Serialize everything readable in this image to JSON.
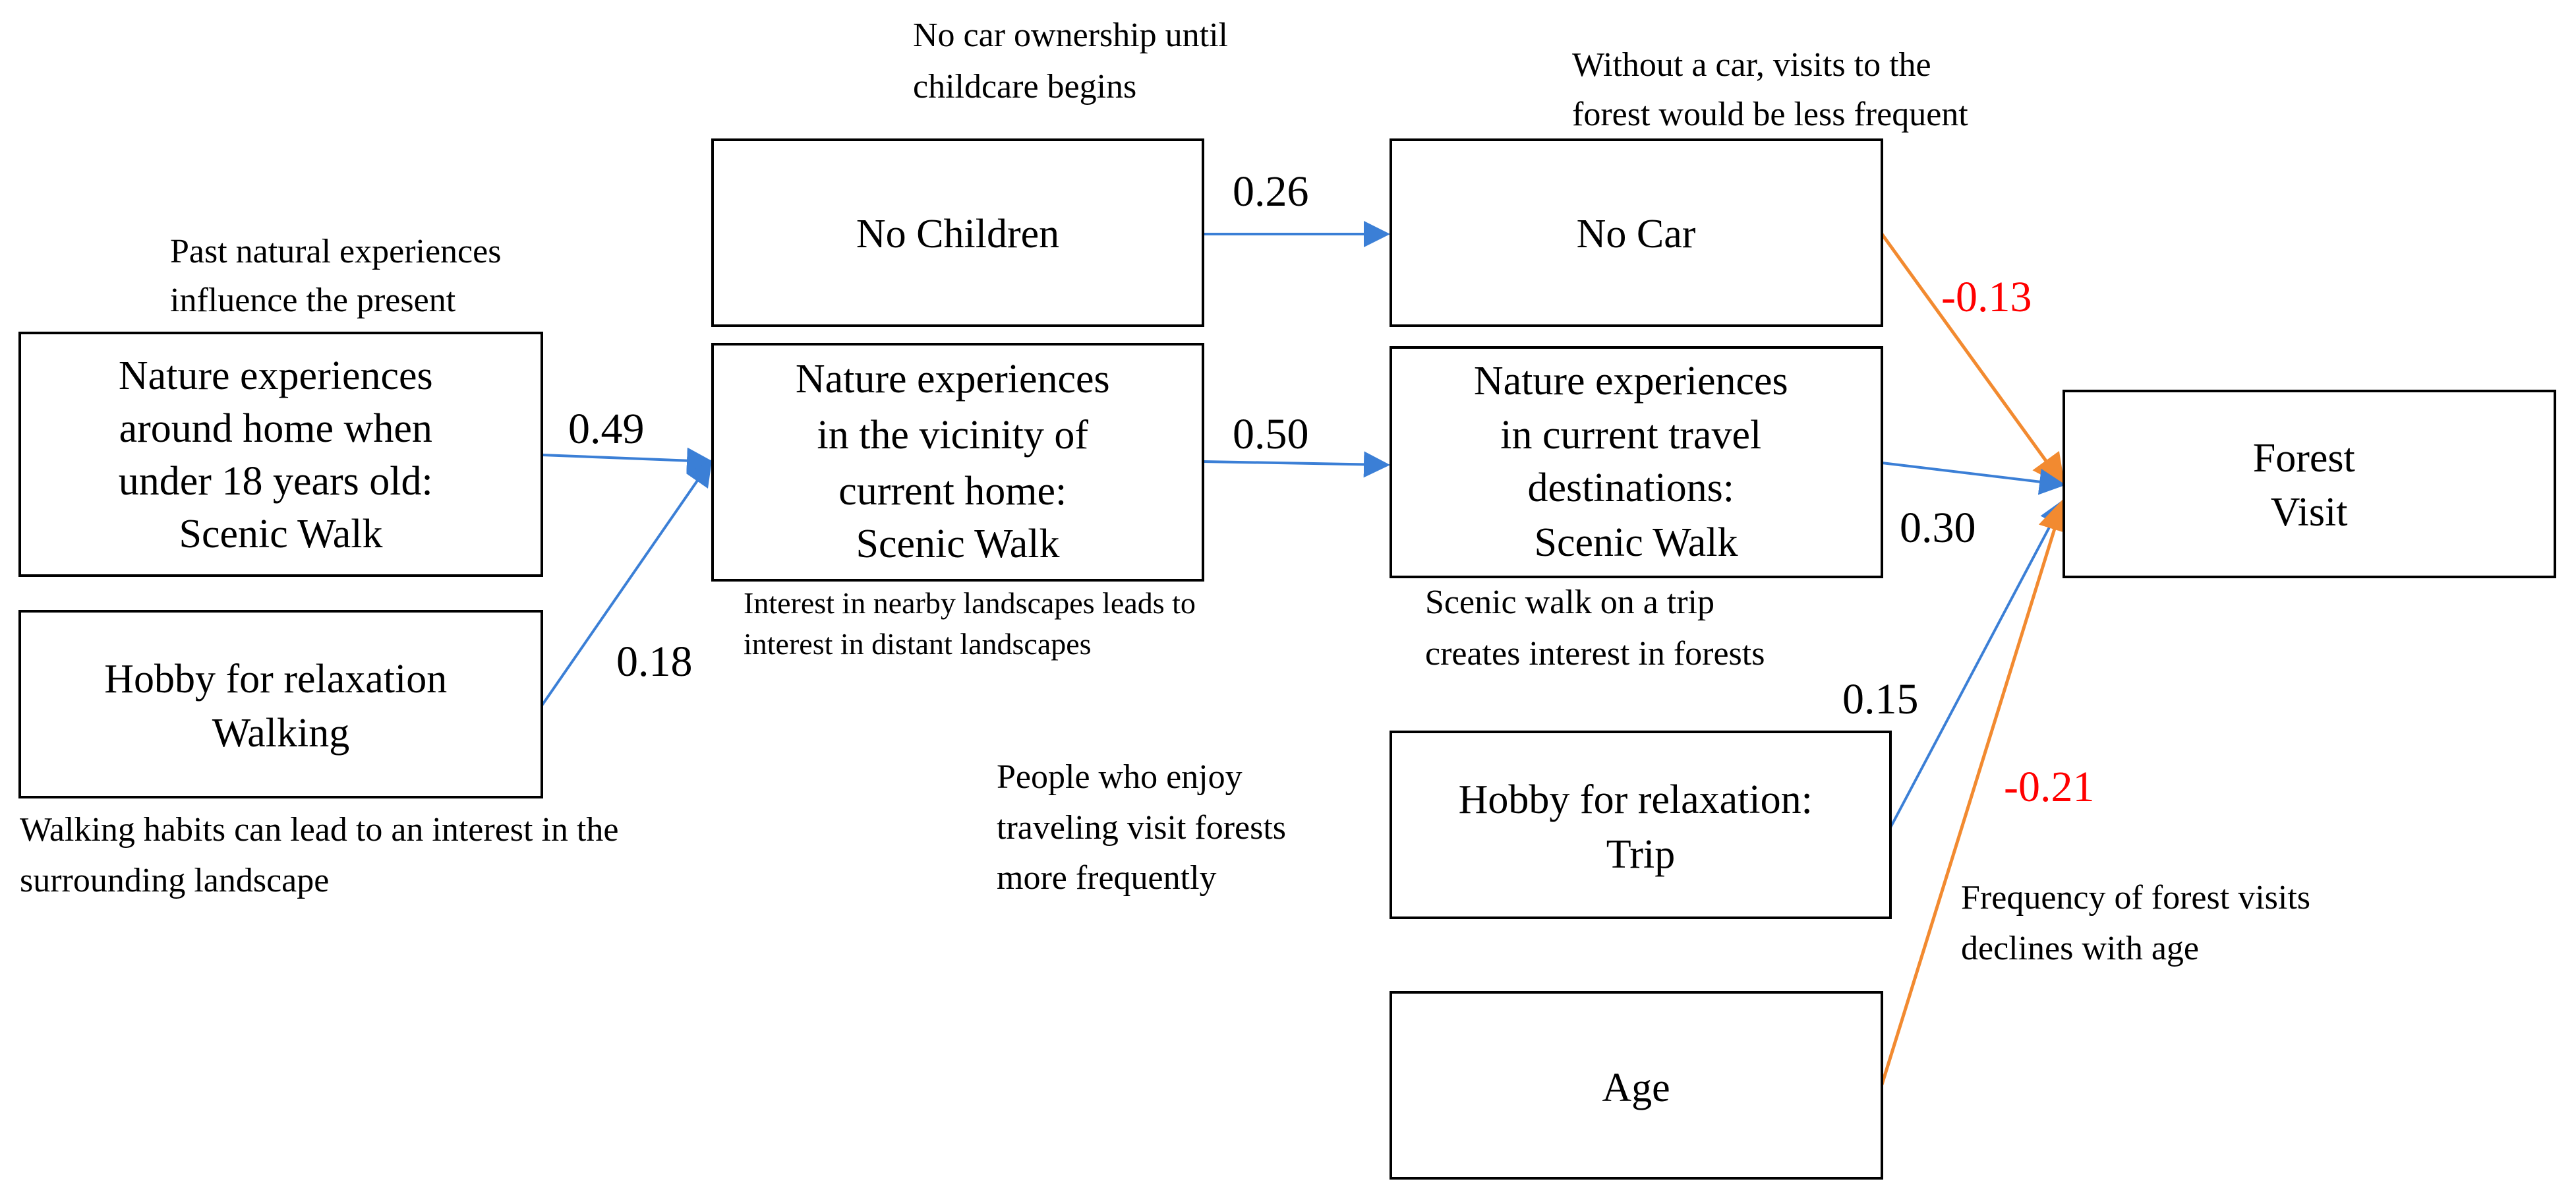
{
  "colors": {
    "positive_arrow": "#3b7fd6",
    "negative_arrow": "#f28a30",
    "negative_label": "#ff0000",
    "box_stroke": "#000000",
    "text": "#000000"
  },
  "boxes": {
    "nature_under18": {
      "lines": [
        "Nature experiences",
        "around home when",
        "under 18 years old:",
        "Scenic Walk"
      ]
    },
    "hobby_walking": {
      "lines": [
        "Hobby for relaxation",
        "Walking"
      ]
    },
    "no_children": {
      "lines": [
        "No Children"
      ]
    },
    "nature_current_home": {
      "lines": [
        "Nature experiences",
        "in the vicinity  of",
        "current home:",
        "Scenic Walk"
      ]
    },
    "no_car": {
      "lines": [
        "No Car"
      ]
    },
    "nature_travel": {
      "lines": [
        "Nature experiences",
        "in current travel",
        "destinations:",
        "Scenic Walk"
      ]
    },
    "hobby_trip": {
      "lines": [
        "Hobby for relaxation:",
        "Trip"
      ]
    },
    "age": {
      "lines": [
        "Age"
      ]
    },
    "forest_visit": {
      "lines": [
        "Forest",
        "Visit"
      ]
    }
  },
  "coefficients": {
    "under18_to_home": "0.49",
    "walking_to_home": "0.18",
    "children_to_car": "0.26",
    "home_to_travel": "0.50",
    "car_to_forest": "-0.13",
    "travel_to_forest": "0.30",
    "trip_to_forest": "0.15",
    "age_to_forest": "-0.21"
  },
  "annotations": {
    "past_natural": {
      "lines": [
        "Past natural experiences",
        "influence the present"
      ]
    },
    "walking_habits": {
      "lines": [
        "Walking habits can lead to an interest in the",
        "surrounding landscape"
      ]
    },
    "no_car_ownership": {
      "lines": [
        "No car ownership until",
        "childcare begins"
      ]
    },
    "interest_nearby": {
      "lines": [
        "Interest in nearby landscapes leads to",
        "interest in distant landscapes"
      ]
    },
    "without_car": {
      "lines": [
        "Without a car, visits to the",
        "forest would be less frequent"
      ]
    },
    "scenic_trip": {
      "lines": [
        "Scenic walk on a trip",
        "creates interest in forests"
      ]
    },
    "people_enjoy": {
      "lines": [
        "People who enjoy",
        "traveling visit forests",
        "more frequently"
      ]
    },
    "frequency_declines": {
      "lines": [
        "Frequency of forest visits",
        "declines with age"
      ]
    }
  }
}
